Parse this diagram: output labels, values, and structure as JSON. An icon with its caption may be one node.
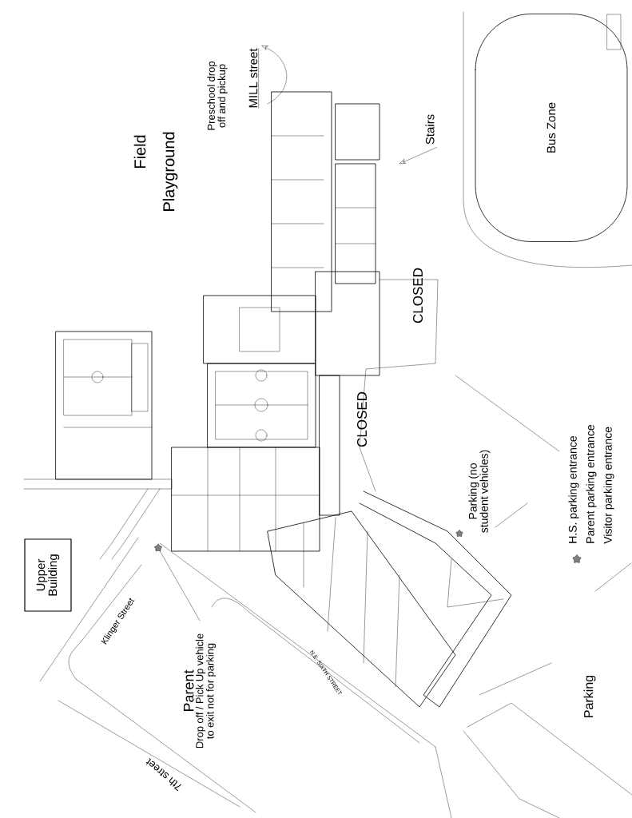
{
  "diagram": {
    "nodes": [
      {
        "text": [
          "MILL street"
        ]
      },
      {
        "text": [
          "Stairs"
        ]
      },
      {
        "text": [
          "Bus Zone"
        ]
      },
      {
        "text": [
          "Upper Building"
        ]
      },
      {
        "text": [],
        "shape": "star"
      },
      {
        "text": [
          "Parent",
          "Drop off / Pick Up vehicle to exit not for parking"
        ]
      }
    ],
    "edges": [
      {
        "from": null,
        "to": 0,
        "arrow": "to"
      },
      {
        "from": 1,
        "to": null,
        "arrow": "to"
      },
      {
        "from": 5,
        "to": 4,
        "arrow": "none"
      }
    ],
    "labels": [
      "Field",
      "Playground",
      "Preschool drop off and pickup",
      "CLOSED",
      "CLOSED",
      "Parking (no student vehicles)",
      "Klinger Street",
      "N.E. SIXTH STREET",
      "7th street",
      "Parking"
    ],
    "legend": [
      {
        "text": "H.S. parking entrance"
      },
      {
        "text": "Parent parking entrance"
      },
      {
        "text": "Visitor parking entrance"
      }
    ]
  }
}
